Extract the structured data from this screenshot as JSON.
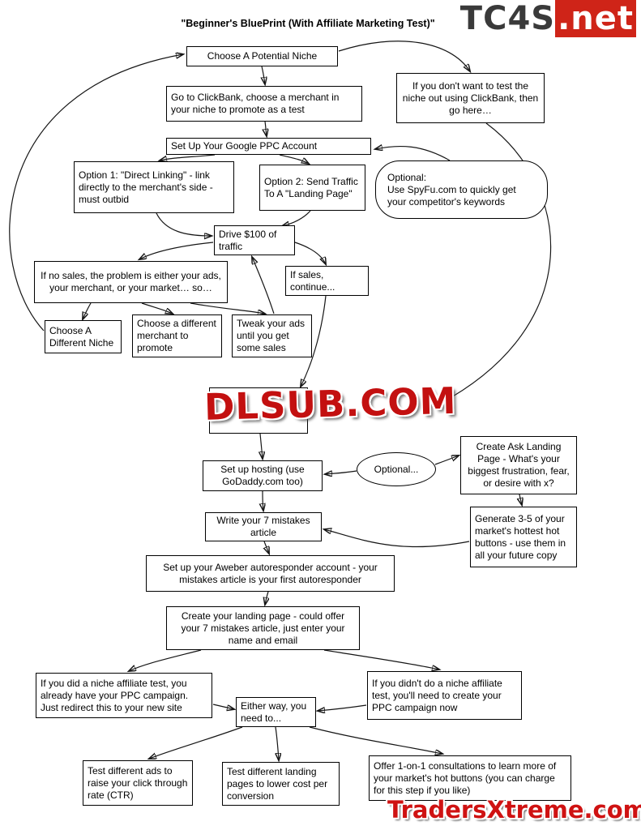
{
  "title": "\"Beginner's BluePrint (With Affiliate Marketing Test)\"",
  "watermarks": {
    "tc4s_prefix": "TC4S",
    "tc4s_suffix": ".net",
    "dlsub": "DLSUB.COM",
    "traders": "TradersXtreme.com"
  },
  "colors": {
    "watermark_red": "#c31010",
    "tc4s_gray": "#3a3a3a",
    "tc4s_badge_red": "#cf2418",
    "line_black": "#151515"
  },
  "nodes": {
    "choose_niche": "Choose A Potential Niche",
    "clickbank": "Go to ClickBank, choose a merchant in your niche to promote as a test",
    "dont_test": "If you don't want to test the niche out using ClickBank, then go here…",
    "ppc_account": "Set Up Your Google PPC Account",
    "option1": "Option 1: \"Direct Linking\" - link directly to the merchant's side - must outbid",
    "option2": "Option 2: Send Traffic To A \"Landing Page\"",
    "spyfu": "Optional:\nUse SpyFu.com to quickly get your competitor's keywords",
    "drive_traffic": "Drive $100 of traffic",
    "no_sales": "If no sales, the problem is either your ads, your merchant, or your market… so…",
    "if_sales": "If sales, continue...",
    "diff_niche": "Choose A Different Niche",
    "diff_merchant": "Choose a different merchant to promote",
    "tweak_ads": "Tweak your ads until you get some sales",
    "hosting": "Set up hosting (use GoDaddy.com too)",
    "optional_ellipse": "Optional...",
    "ask_landing": "Create Ask Landing Page - What's your biggest frustration, fear, or desire with x?",
    "hot_buttons": "Generate 3-5 of your market's hottest hot buttons - use them in all your future copy",
    "mistakes": "Write your 7 mistakes article",
    "aweber": "Set up your Aweber autoresponder account - your mistakes article is your first autoresponder",
    "landing_page": "Create your landing page - could offer your 7 mistakes article, just enter your name and email",
    "did_test": "If you did a niche affiliate test, you already have your PPC campaign. Just redirect this to your new site",
    "either_way": "Either way, you need to...",
    "didnt_test": "If you didn't do a niche affiliate test, you'll need to create your PPC campaign now",
    "test_ads": "Test different ads to raise your click through rate (CTR)",
    "test_landing": "Test different landing pages to lower cost per conversion",
    "consultations": "Offer 1-on-1 consultations to learn more of your market's hot buttons (you can charge for this step if you like)"
  }
}
